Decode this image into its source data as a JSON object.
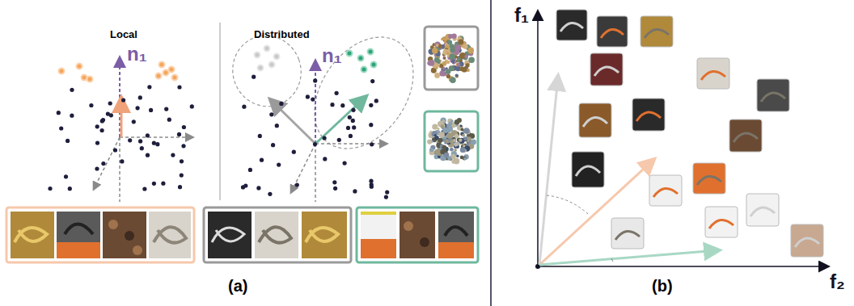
{
  "diagram": {
    "labels": [
      "Local",
      "n₁",
      "Distributed",
      "n₁",
      "(a)",
      "(b)",
      "f₁",
      "f₂"
    ]
  }
}
